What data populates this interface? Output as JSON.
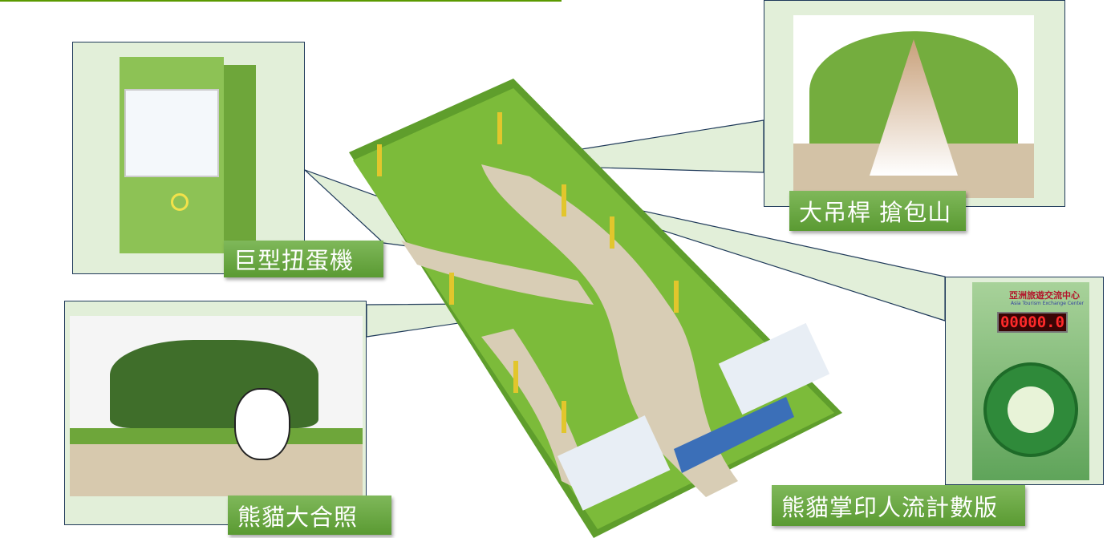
{
  "labels": {
    "claw": "巨型扭蛋機",
    "photo": "熊貓大合照",
    "pole": "大吊桿 搶包山",
    "counter": "熊貓掌印人流計數版"
  },
  "counter_board": {
    "org_zh": "亞洲旅遊交流中心",
    "org_en": "Asia Tourism Exchange Center",
    "display": "00000.0"
  },
  "colors": {
    "panel": "#e2efd9",
    "border": "#1f3a5a",
    "label": "#6aa842",
    "accent": "#5b9a00"
  }
}
